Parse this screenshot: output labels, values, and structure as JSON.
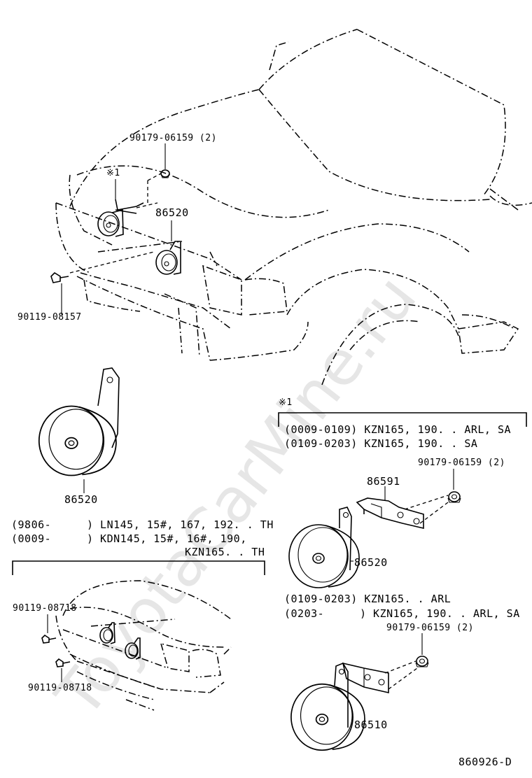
{
  "watermark": "ToyotaCarMine.ru",
  "figure_code": "860926-D",
  "top": {
    "nut_label": "90179-06159 (2)",
    "note_mark": "※1",
    "horn_label": "86520",
    "bolt_label": "90119-08157"
  },
  "single_horn": {
    "label": "86520"
  },
  "left_box": {
    "line1_code": "(9806-",
    "line1_text": ") LN145, 15#, 167, 192. . TH",
    "line2_code": "(0009-",
    "line2_text": ") KDN145, 15#, 16#, 190,",
    "line3_text": "KZN165. . TH",
    "bolt_upper": "90119-08718",
    "bolt_lower": "90119-08718"
  },
  "right_box": {
    "mark": "※1",
    "line1": "(0009-0109) KZN165, 190. . ARL, SA",
    "line2": "(0109-0203) KZN165, 190. . SA",
    "nut_upper": "90179-06159 (2)",
    "bracket": "86591",
    "horn_upper": "86520",
    "line3": "(0109-0203) KZN165. . ARL",
    "line4_code": "(0203-",
    "line4_text": ") KZN165, 190. . ARL, SA",
    "nut_lower": "90179-06159 (2)",
    "horn_lower": "86510"
  }
}
